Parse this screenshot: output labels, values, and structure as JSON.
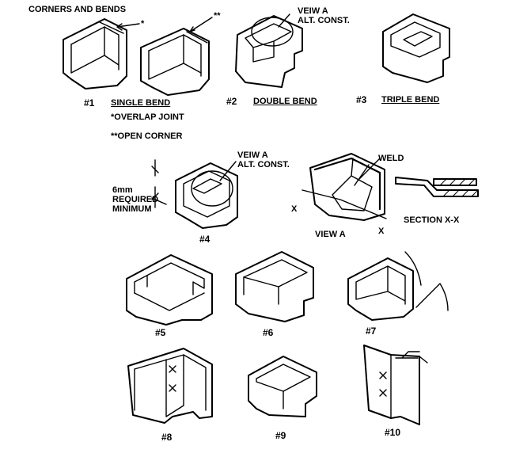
{
  "header": {
    "title": "CORNERS AND BENDS"
  },
  "markers": {
    "single_star": "*",
    "double_star": "**"
  },
  "callouts": {
    "view_a_1": [
      "VEIW A",
      "ALT. CONST."
    ],
    "view_a_2": [
      "VEIW A",
      "ALT. CONST."
    ],
    "weld": "WELD",
    "view_a_label": "VIEW A",
    "section": "SECTION X-X",
    "x_mark": "X",
    "dimension": [
      "6mm",
      "REQUIRED",
      "MINIMUM"
    ]
  },
  "captions": {
    "single_bend": "SINGLE BEND",
    "double_bend": "DOUBLE BEND",
    "triple_bend": "TRIPLE BEND",
    "overlap_joint": "*OVERLAP JOINT",
    "open_corner": "**OPEN CORNER"
  },
  "figures": {
    "f1": "#1",
    "f2": "#2",
    "f3": "#3",
    "f4": "#4",
    "f5": "#5",
    "f6": "#6",
    "f7": "#7",
    "f8": "#8",
    "f9": "#9",
    "f10": "#10"
  }
}
